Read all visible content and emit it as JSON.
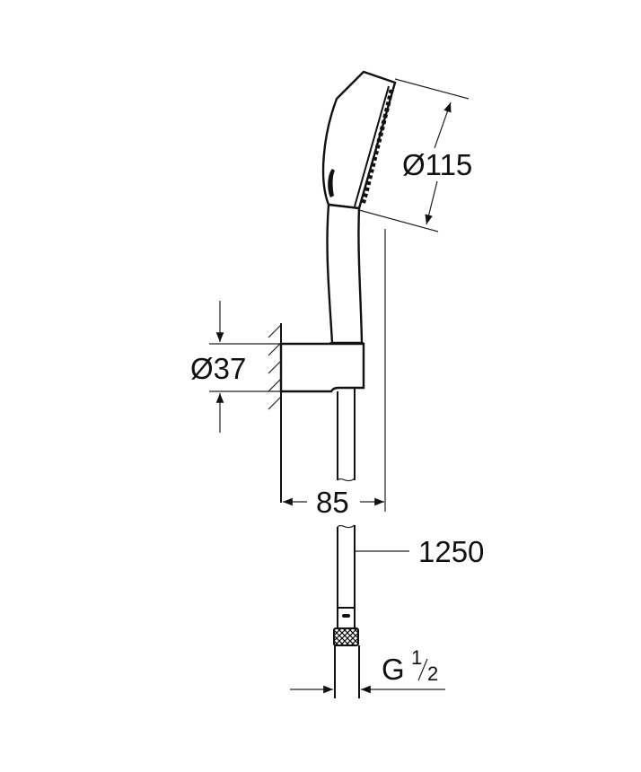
{
  "diagram": {
    "type": "technical-drawing",
    "subject": "hand shower with wall holder and hose",
    "dimensions": {
      "head_diameter": "Ø115",
      "holder_diameter": "Ø37",
      "projection": "85",
      "hose_length": "1250",
      "thread": {
        "prefix": "G",
        "numerator": "1",
        "denominator": "2"
      }
    },
    "colors": {
      "line": "#111111",
      "background": "#ffffff"
    }
  }
}
